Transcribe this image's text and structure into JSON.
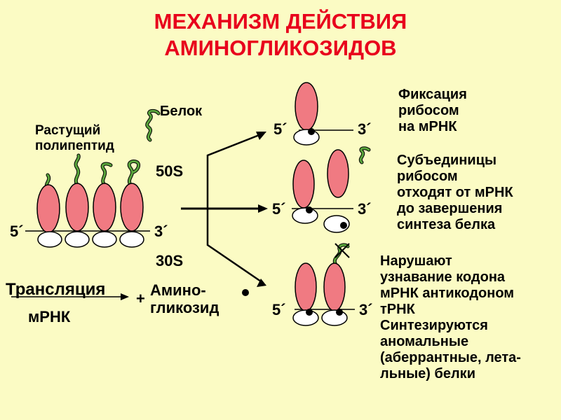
{
  "title": {
    "line1": "МЕХАНИЗМ ДЕЙСТВИЯ",
    "line2": "АМИНОГЛИКОЗИДОВ"
  },
  "left": {
    "growing_polypeptide": [
      "Растущий",
      "полипептид"
    ],
    "protein": "Белок",
    "label_50s": "50S",
    "label_30s": "30S",
    "five_prime": "5´",
    "three_prime": "3´",
    "translation": "Трансляция",
    "mrna": "мРНК",
    "plus": "+",
    "aminoglycoside": [
      "Амино-",
      "гликозид"
    ]
  },
  "right": {
    "five_prime": "5´",
    "three_prime": "3´",
    "fixation": [
      "Фиксация",
      "рибосом",
      "на мРНК"
    ],
    "subunits_leave": [
      "Субъединицы",
      "рибосом",
      "отходят от мРНК",
      "до завершения",
      "синтеза белка"
    ],
    "codon_disruption": [
      "Нарушают",
      "узнавание кодона",
      "мРНК антикодоном",
      "тРНК",
      "Синтезируются",
      "аномальные",
      "(аберрантные, лета-",
      "льные) белки"
    ]
  },
  "colors": {
    "background": "#fbfbc4",
    "title": "#e8001c",
    "large_subunit": "#f07a82",
    "small_subunit": "#ffffff",
    "polypeptide": "#5aa53c",
    "stroke": "#000000"
  }
}
